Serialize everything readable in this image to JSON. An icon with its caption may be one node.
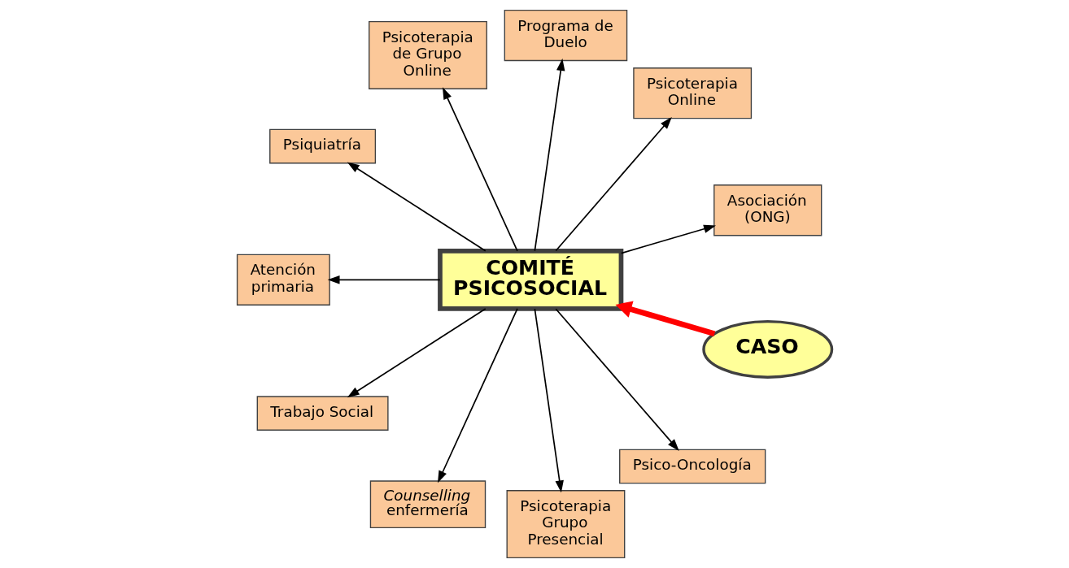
{
  "diagram": {
    "nodes": [
      {
        "text": [
          "CASO"
        ]
      },
      {
        "text": [
          "COMITÉ PSICOSOCIAL"
        ]
      },
      {
        "text": [
          "Asociación (ONG)"
        ]
      },
      {
        "text": [
          "Psicoterapia Online"
        ]
      },
      {
        "text": [
          "Programa de Duelo"
        ]
      },
      {
        "text": [
          "Psicoterapia de Grupo Online"
        ]
      },
      {
        "text": [
          "Psiquiatría"
        ]
      },
      {
        "text": [
          "Atención primaria"
        ]
      },
      {
        "text": [
          "Trabajo Social"
        ]
      },
      {
        "text": [
          "*Counselling* enfermería"
        ]
      },
      {
        "text": [
          "Psicoterapia Grupo Presencial"
        ]
      },
      {
        "text": [
          "Psico-Oncología"
        ]
      }
    ],
    "edges": [
      {
        "from": 0,
        "to": 1,
        "arrow": "to",
        "style": "thick",
        "color": "#ff0000"
      },
      {
        "from": 1,
        "to": 2,
        "arrow": "to"
      },
      {
        "from": 1,
        "to": 3,
        "arrow": "to"
      },
      {
        "from": 1,
        "to": 4,
        "arrow": "to"
      },
      {
        "from": 1,
        "to": 5,
        "arrow": "to"
      },
      {
        "from": 1,
        "to": 6,
        "arrow": "to"
      },
      {
        "from": 1,
        "to": 7,
        "arrow": "to"
      },
      {
        "from": 1,
        "to": 8,
        "arrow": "to"
      },
      {
        "from": 1,
        "to": 9,
        "arrow": "to"
      },
      {
        "from": 1,
        "to": 10,
        "arrow": "to"
      },
      {
        "from": 1,
        "to": 11,
        "arrow": "to"
      }
    ]
  }
}
